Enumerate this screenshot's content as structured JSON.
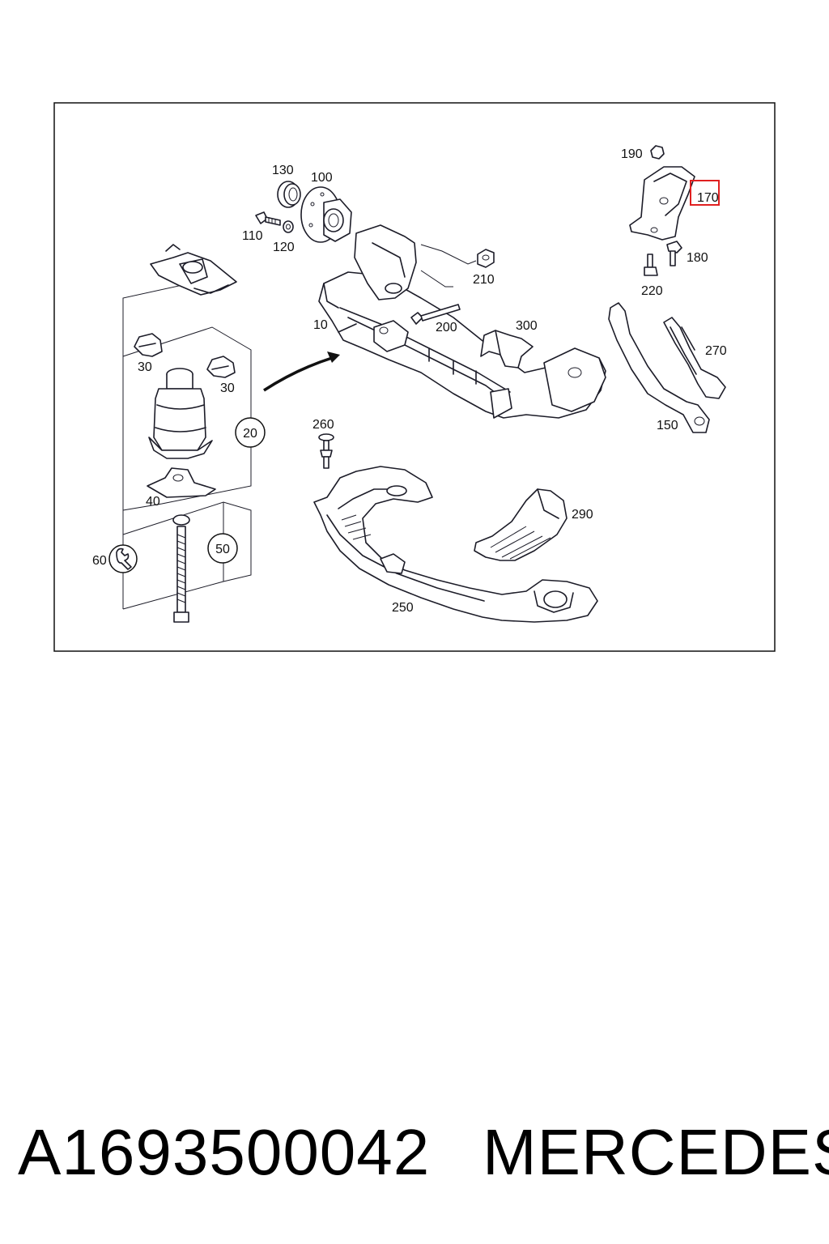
{
  "diagram": {
    "labels": {
      "p10": "10",
      "p20": "20",
      "p30a": "30",
      "p30b": "30",
      "p40": "40",
      "p50": "50",
      "p60": "60",
      "p100": "100",
      "p110": "110",
      "p120": "120",
      "p130": "130",
      "p150": "150",
      "p170": "170",
      "p180": "180",
      "p190": "190",
      "p200": "200",
      "p210": "210",
      "p220": "220",
      "p250": "250",
      "p260": "260",
      "p270": "270",
      "p290": "290",
      "p300": "300"
    },
    "highlighted_label": "170",
    "highlight_color": "#e02020",
    "line_color": "#1c1c28"
  },
  "footer": {
    "part_number": "A1693500042",
    "brand": "MERCEDES"
  }
}
